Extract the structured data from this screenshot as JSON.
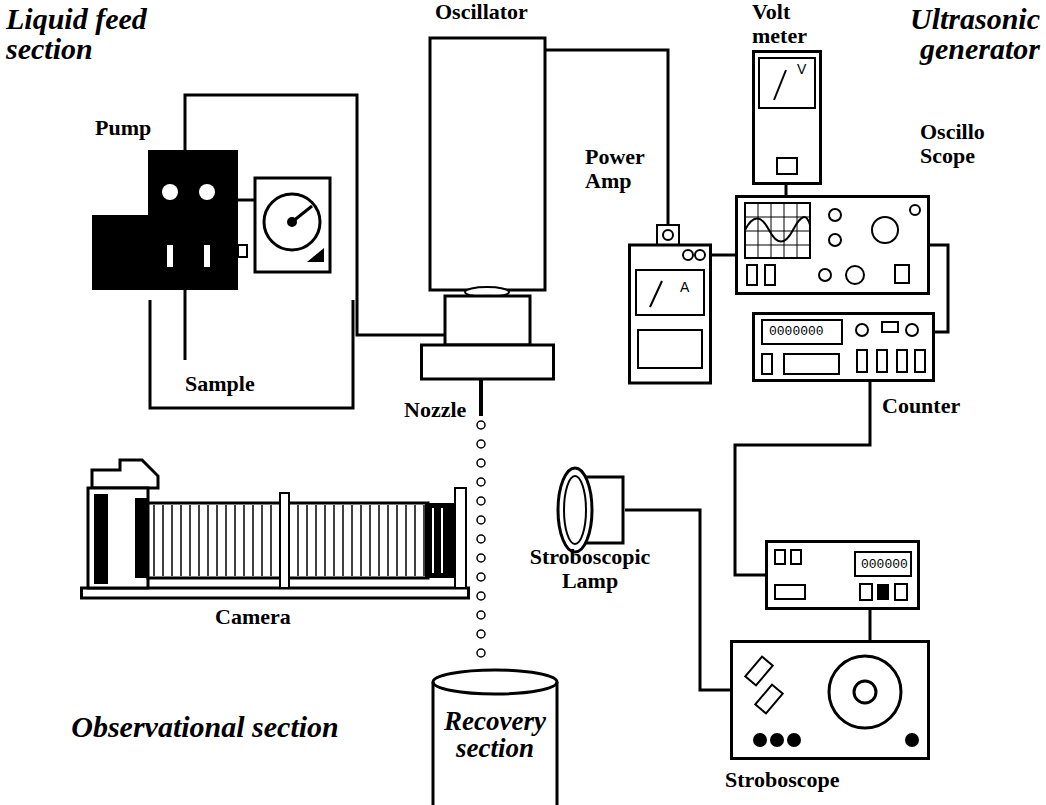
{
  "diagram": {
    "nodes": [
      {
        "text": [
          "Pump"
        ]
      },
      {
        "text": [
          "Sample"
        ]
      },
      {
        "text": [
          "Oscillator"
        ]
      },
      {
        "text": [
          "Volt meter",
          "V"
        ]
      },
      {
        "text": [
          "Power Amp",
          "A"
        ]
      },
      {
        "text": [
          "Oscillo Scope"
        ]
      },
      {
        "text": [
          "Counter",
          "0000000"
        ]
      },
      {
        "text": [
          "Camera"
        ]
      },
      {
        "text": [
          "Stroboscopic Lamp"
        ]
      },
      {
        "text": [
          "000000"
        ]
      },
      {
        "text": [
          "Recovery section"
        ]
      },
      {
        "text": [
          "Stroboscope"
        ]
      }
    ],
    "edges": [
      {
        "from": 0,
        "to": 1,
        "arrow": "none"
      },
      {
        "from": 0,
        "to": 2,
        "arrow": "none"
      },
      {
        "from": 2,
        "to": 4,
        "arrow": "none"
      },
      {
        "from": 4,
        "to": 5,
        "arrow": "none"
      },
      {
        "from": 3,
        "to": 5,
        "arrow": "none"
      },
      {
        "from": 5,
        "to": 6,
        "arrow": "none"
      },
      {
        "from": 6,
        "to": 9,
        "arrow": "none"
      },
      {
        "from": 9,
        "to": 11,
        "arrow": "none"
      },
      {
        "from": 11,
        "to": 8,
        "arrow": "none"
      }
    ],
    "labels": [
      "Liquid feed section",
      "Ultrasonic generator",
      "Nozzle",
      "Observational section"
    ]
  }
}
